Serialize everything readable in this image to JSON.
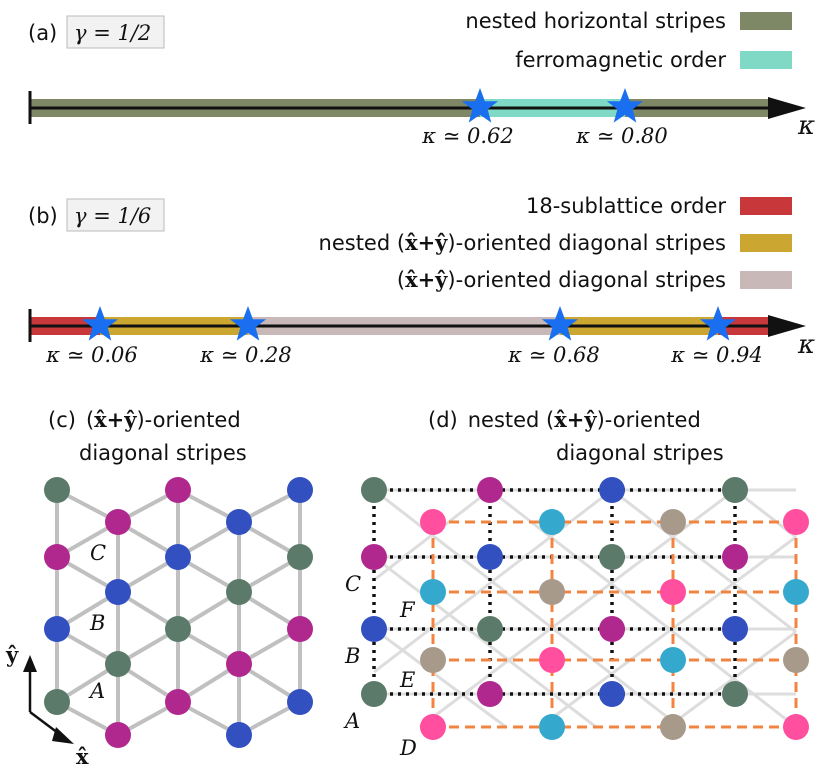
{
  "panel_a": {
    "tag": "(a)",
    "gamma": "γ = 1/2",
    "legend": [
      {
        "label": "nested horizontal stripes",
        "color": "#7e8766"
      },
      {
        "label": "ferromagnetic order",
        "color": "#7fd9c4"
      }
    ],
    "axis_symbol": "κ",
    "transitions": [
      {
        "value": 0.62,
        "label": "κ ≃ 0.62"
      },
      {
        "value": 0.8,
        "label": "κ ≃ 0.80"
      }
    ]
  },
  "panel_b": {
    "tag": "(b)",
    "gamma": "γ = 1/6",
    "legend": [
      {
        "label": "18-sublattice order",
        "color": "#c8373a"
      },
      {
        "label_pre": "nested (",
        "label_post": ")-oriented diagonal stripes",
        "color": "#cba631"
      },
      {
        "label_pre": "(",
        "label_post": ")-oriented diagonal stripes",
        "color": "#c8b8b8"
      }
    ],
    "vec": "x̂+ŷ",
    "axis_symbol": "κ",
    "transitions": [
      {
        "value": 0.06,
        "label": "κ ≃ 0.06"
      },
      {
        "value": 0.28,
        "label": "κ ≃ 0.28"
      },
      {
        "value": 0.68,
        "label": "κ ≃ 0.68"
      },
      {
        "value": 0.94,
        "label": "κ ≃ 0.94"
      }
    ]
  },
  "panel_c": {
    "tag": "(c)",
    "title_line1_post": ")-oriented",
    "title_line2": "diagonal stripes",
    "vec": "x̂+ŷ",
    "site_labels": [
      "C",
      "B",
      "A"
    ],
    "axis_y": "ŷ",
    "axis_x": "x̂"
  },
  "panel_d": {
    "tag": "(d)",
    "title_line1_pre": "nested (",
    "title_line1_post": ")-oriented",
    "title_line2": "diagonal stripes",
    "vec": "x̂+ŷ",
    "site_labels": [
      "C",
      "B",
      "A",
      "F",
      "E",
      "D"
    ]
  },
  "colors": {
    "green": "#5c7a69",
    "magenta": "#b0288e",
    "blue": "#3250c0",
    "pink": "#ff4f9e",
    "cyan": "#35a9cd",
    "taupe": "#a89a8b",
    "star": "#1a6ff0",
    "orange": "#f28440",
    "bond": "#c0c0c0"
  }
}
